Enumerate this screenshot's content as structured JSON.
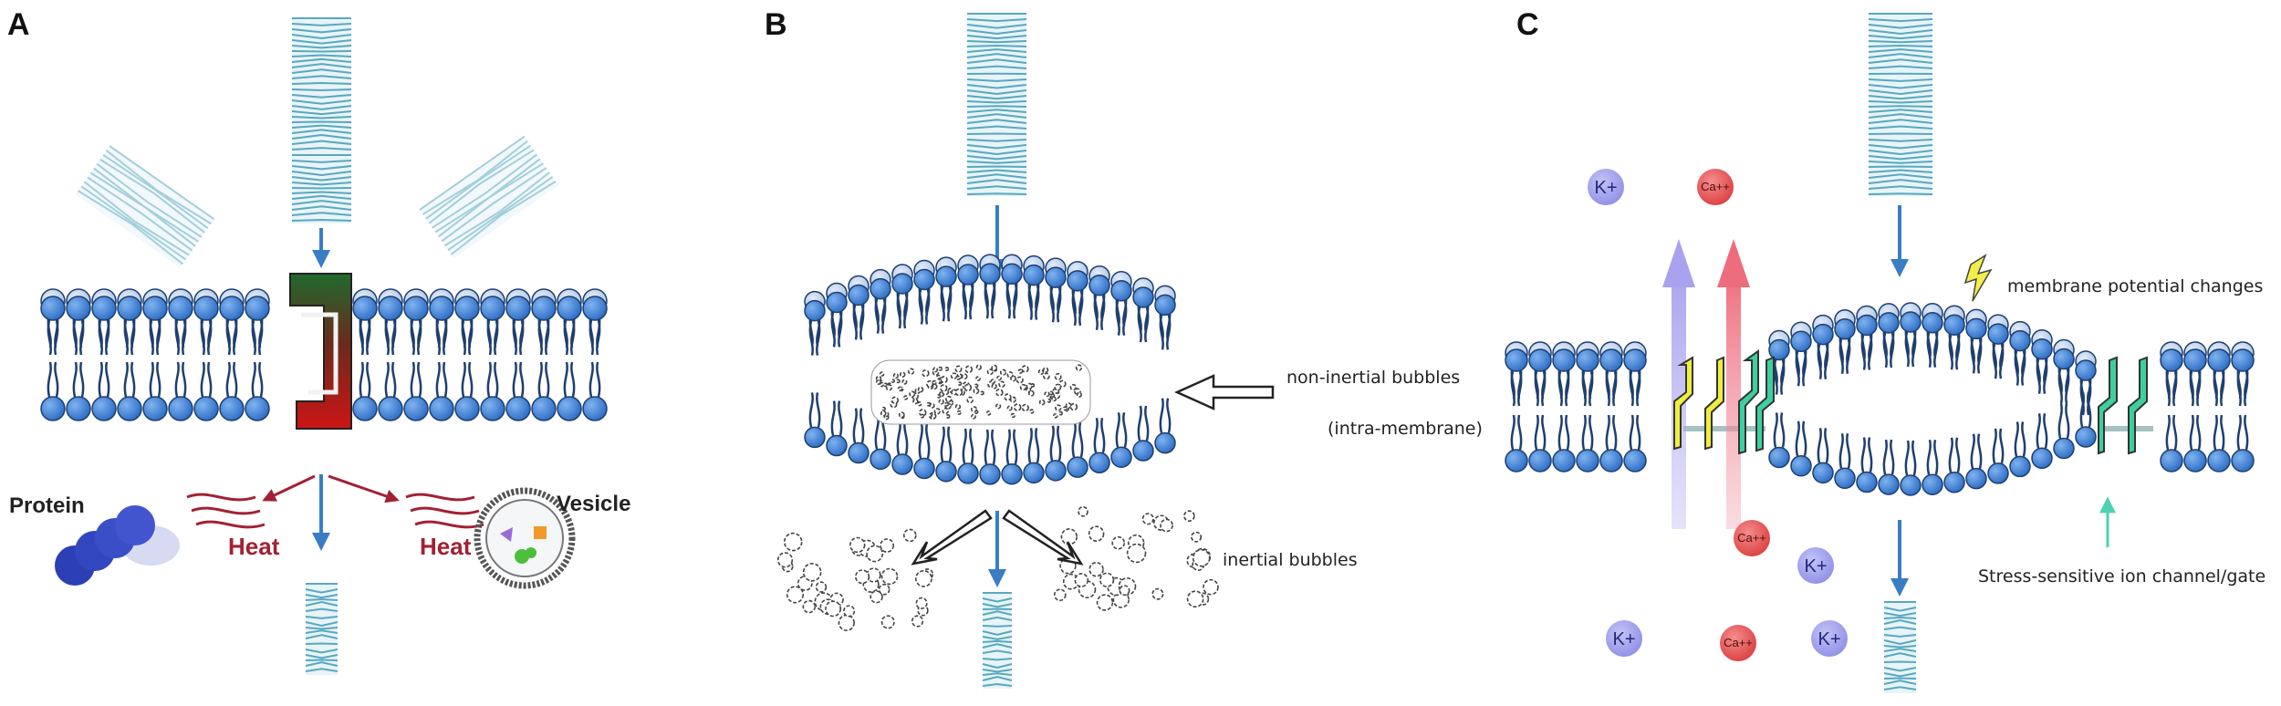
{
  "panels": {
    "a": {
      "letter": "A",
      "protein_label": "Protein",
      "heat_left_label": "Heat",
      "heat_right_label": "Heat",
      "vesicle_label": "Vesicle"
    },
    "b": {
      "letter": "B",
      "non_inertial_label": "non-inertial bubbles",
      "intra_membrane_label": "(intra-membrane)",
      "inertial_label": "inertial bubbles"
    },
    "c": {
      "letter": "C",
      "membrane_potential_label": "membrane potential changes",
      "ion_channel_label": "Stress-sensitive ion channel/gate",
      "ions": [
        {
          "label": "K+",
          "kind": "k"
        },
        {
          "label": "Ca++",
          "kind": "ca"
        },
        {
          "label": "Ca++",
          "kind": "ca"
        },
        {
          "label": "K+",
          "kind": "k"
        },
        {
          "label": "K+",
          "kind": "k"
        },
        {
          "label": "Ca++",
          "kind": "ca"
        },
        {
          "label": "K+",
          "kind": "k"
        }
      ]
    }
  },
  "colors": {
    "lipid_head": "#3d7fd6",
    "lipid_head_back": "#b9cfee",
    "arrow": "#3a7dc4",
    "wave": "#58a8c0",
    "heat": "#a32035",
    "k_ion": "#9b9bec",
    "ca_ion": "#e8585a",
    "channel_yellow": "#eeee3e",
    "channel_green": "#3ecfa0"
  }
}
